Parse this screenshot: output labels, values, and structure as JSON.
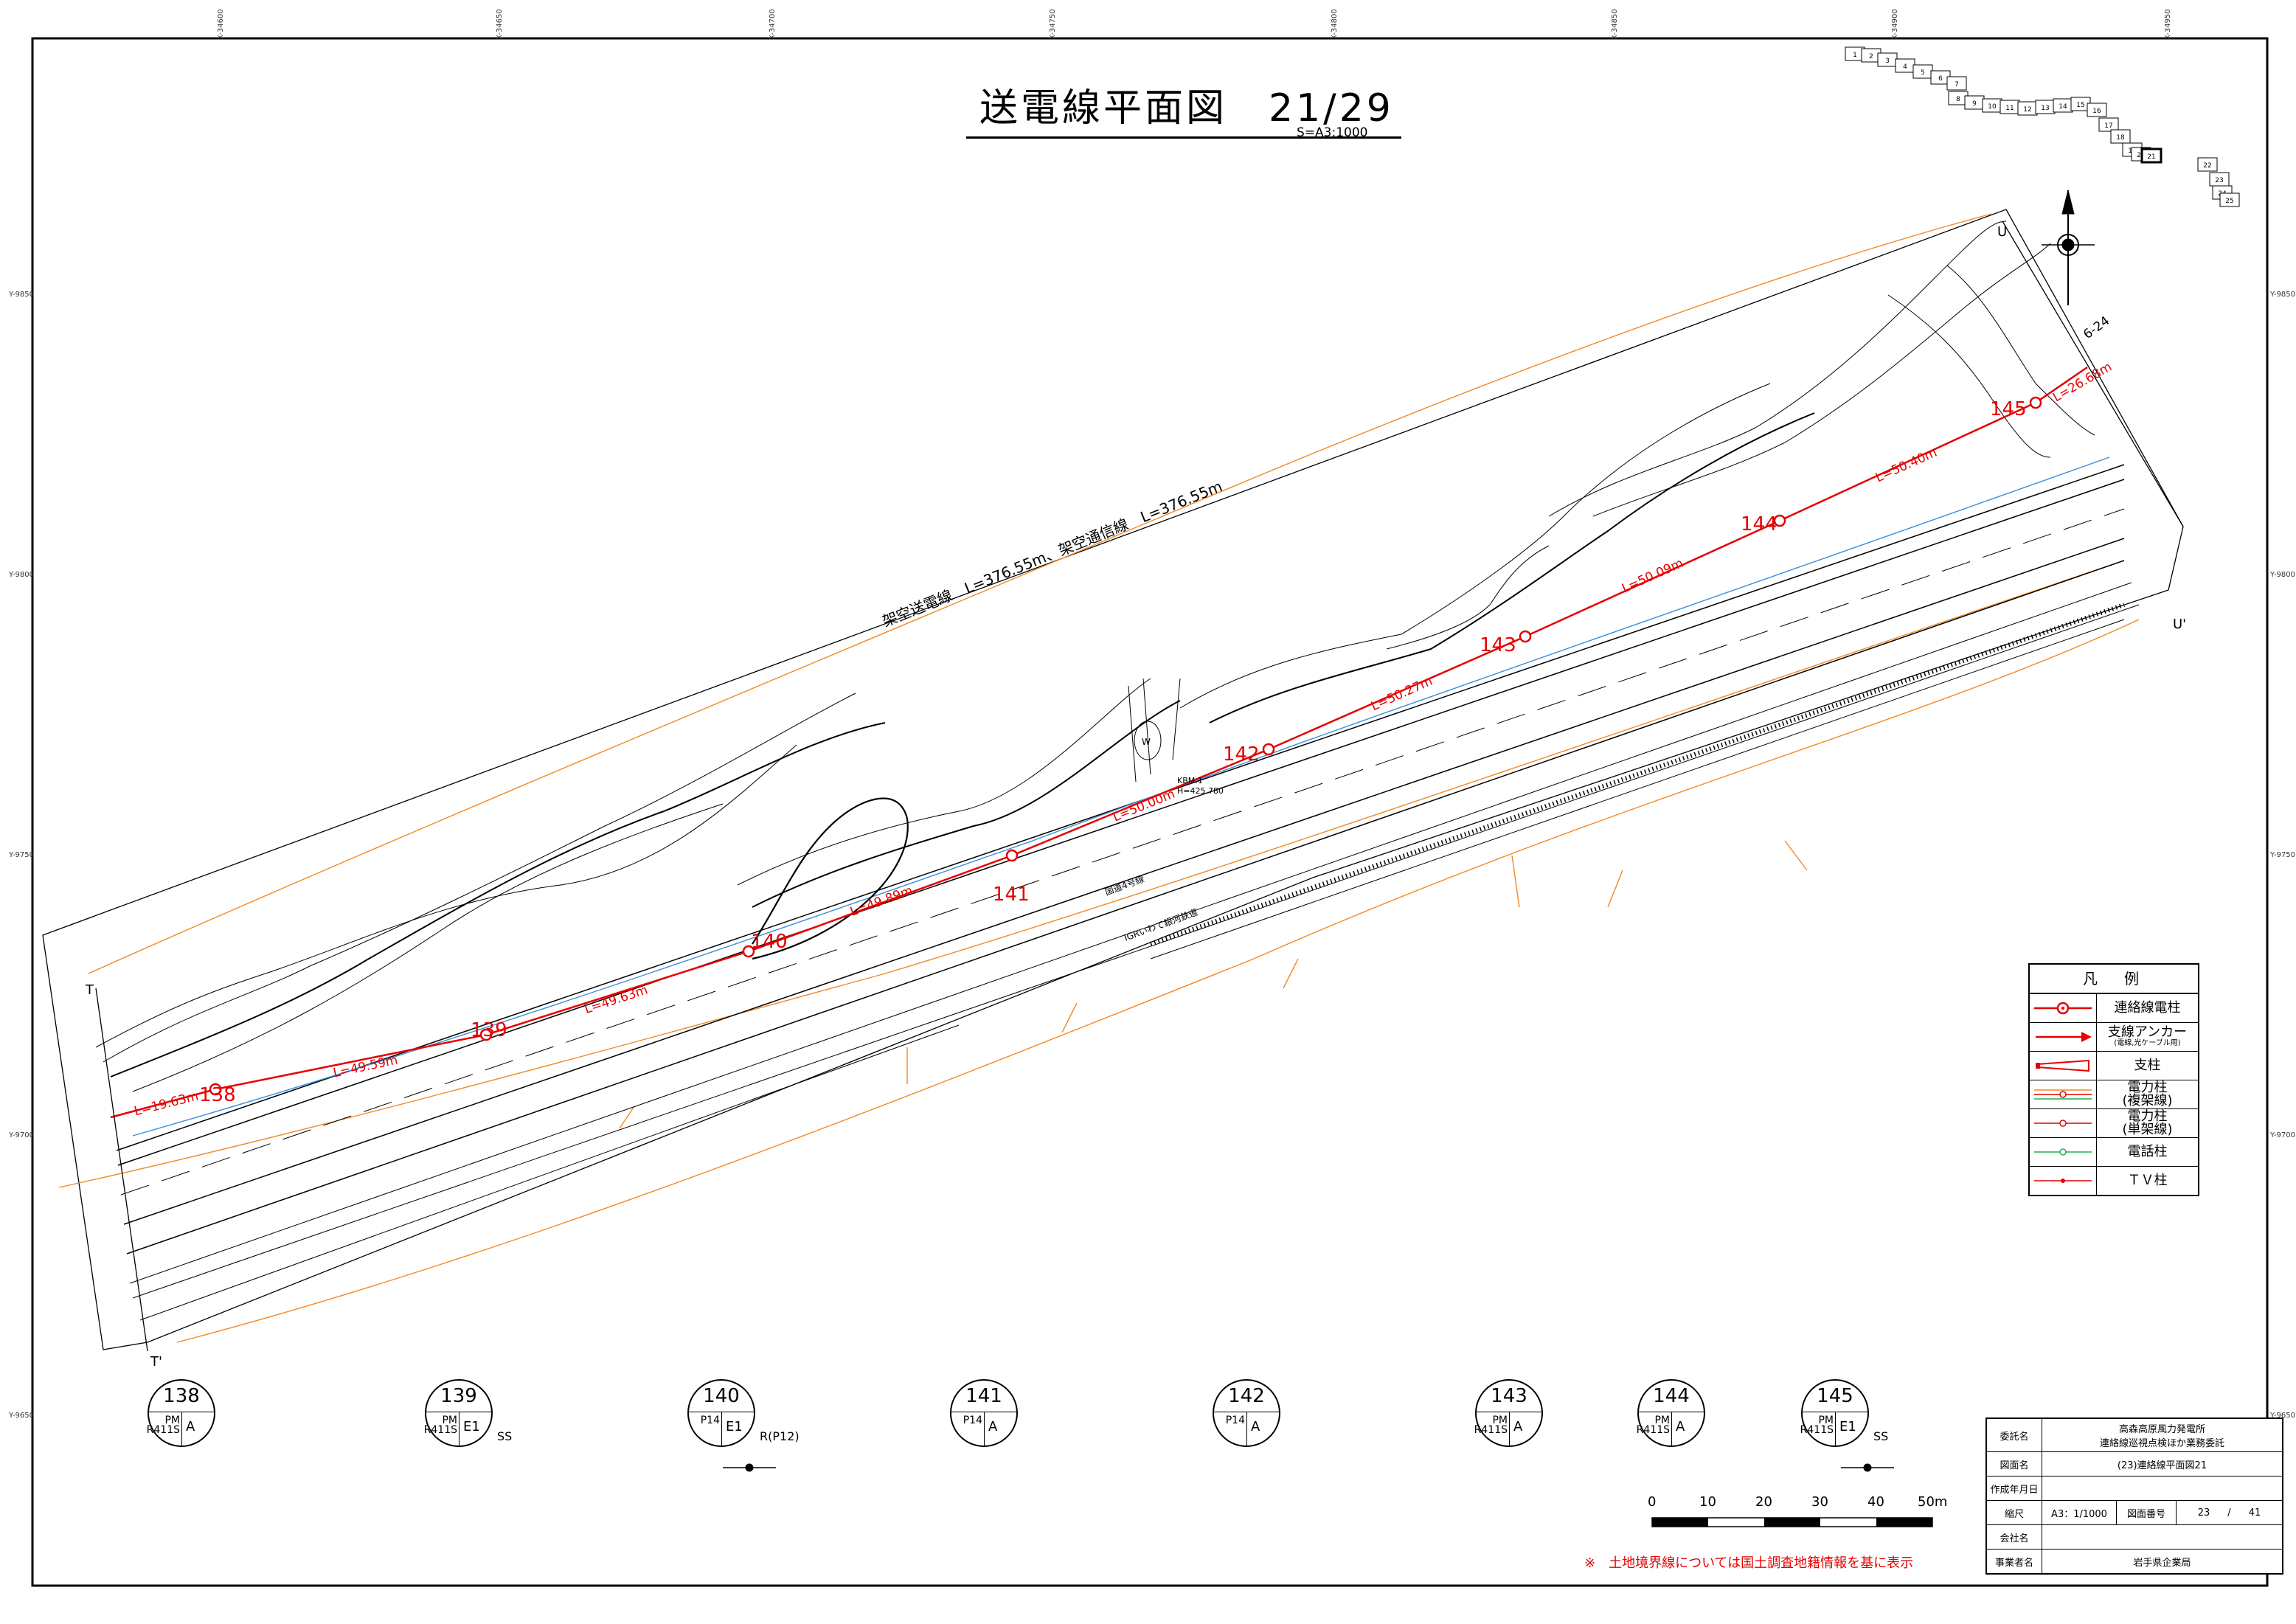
{
  "title": "送電線平面図　21/29",
  "scale_note": "S=A3:1000",
  "border_ticks": {
    "top": [
      "X-34600",
      "X-34650",
      "X-34700",
      "X-34750",
      "X-34800",
      "X-34850",
      "X-34900",
      "X-34950"
    ],
    "left": [
      "Y-9850",
      "Y-9800",
      "Y-9750",
      "Y-9700",
      "Y-9650"
    ],
    "right": [
      "Y-9850",
      "Y-9800",
      "Y-9750",
      "Y-9700",
      "Y-9650"
    ]
  },
  "key_map": {
    "sheets": [
      "1",
      "2",
      "3",
      "4",
      "5",
      "6",
      "7",
      "8",
      "9",
      "10",
      "11",
      "12",
      "13",
      "14",
      "15",
      "16",
      "17",
      "18",
      "19",
      "20",
      "21",
      "22",
      "23",
      "24",
      "25"
    ],
    "current": "21"
  },
  "overview_line_label": "架空送電線　L=376.55m、架空通信線　L=376.55m",
  "section_marks": {
    "t_top": "T",
    "t_bottom": "T'",
    "u_top": "U",
    "u_bottom": "U'"
  },
  "angle_label": "6-24",
  "poles_on_plan": [
    {
      "id": "138",
      "label": "138"
    },
    {
      "id": "139",
      "label": "139"
    },
    {
      "id": "140",
      "label": "140"
    },
    {
      "id": "141",
      "label": "141"
    },
    {
      "id": "142",
      "label": "142"
    },
    {
      "id": "143",
      "label": "143"
    },
    {
      "id": "144",
      "label": "144"
    },
    {
      "id": "145",
      "label": "145"
    }
  ],
  "span_labels": [
    "L=19.63m",
    "L=49.59m",
    "L=49.63m",
    "L=49.89m",
    "L=50.00m",
    "L=50.27m",
    "L=50.09m",
    "L=50.40m",
    "L=26.68m"
  ],
  "map_labels": {
    "road": "国道4号線",
    "rail": "IGRいわて銀河鉄道",
    "bm": "KBM.1",
    "bm_h": "H=425.780",
    "w": "W"
  },
  "pole_details": [
    {
      "no": "138",
      "top": "PM",
      "left": "R411S",
      "right": "A",
      "extra": ""
    },
    {
      "no": "139",
      "top": "PM",
      "left": "R411S",
      "right": "E1",
      "extra": "SS"
    },
    {
      "no": "140",
      "top": "",
      "left": "P14",
      "right": "E1",
      "extra": "R(P12)"
    },
    {
      "no": "141",
      "top": "",
      "left": "P14",
      "right": "A",
      "extra": ""
    },
    {
      "no": "142",
      "top": "",
      "left": "P14",
      "right": "A",
      "extra": ""
    },
    {
      "no": "143",
      "top": "PM",
      "left": "R411S",
      "right": "A",
      "extra": ""
    },
    {
      "no": "144",
      "top": "PM",
      "left": "R411S",
      "right": "A",
      "extra": ""
    },
    {
      "no": "145",
      "top": "PM",
      "left": "R411S",
      "right": "E1",
      "extra": "SS"
    }
  ],
  "legend": {
    "title": "凡　例",
    "items": [
      {
        "label": "連絡線電柱",
        "sub": ""
      },
      {
        "label": "支線アンカー",
        "sub": "(電線,光ケーブル用)"
      },
      {
        "label": "支柱",
        "sub": ""
      },
      {
        "label": "電力柱",
        "sub": "(複架線)"
      },
      {
        "label": "電力柱",
        "sub": "(単架線)"
      },
      {
        "label": "電話柱",
        "sub": ""
      },
      {
        "label": "ＴＶ柱",
        "sub": ""
      }
    ]
  },
  "scale_bar": {
    "labels": [
      "0",
      "10",
      "20",
      "30",
      "40",
      "50m"
    ]
  },
  "note": "※　土地境界線については国土調査地籍情報を基に表示",
  "title_block": {
    "client_key": "委託名",
    "client_val_1": "高森高原風力発電所",
    "client_val_2": "連絡線巡視点検ほか業務委託",
    "drawing_key": "図面名",
    "drawing_val": "(23)連絡線平面図21",
    "date_key": "作成年月日",
    "date_val": "",
    "scale_key": "縮尺",
    "scale_val": "A3：1/1000",
    "no_key": "図面番号",
    "no_val_a": "23",
    "no_sep": "/",
    "no_val_b": "41",
    "company_key": "会社名",
    "company_val": "",
    "owner_key": "事業者名",
    "owner_val": "岩手県企業局"
  },
  "colors": {
    "line": "#e60000",
    "boundary": "#f08a24",
    "water": "#3b8fd9",
    "green": "#22b14c"
  }
}
